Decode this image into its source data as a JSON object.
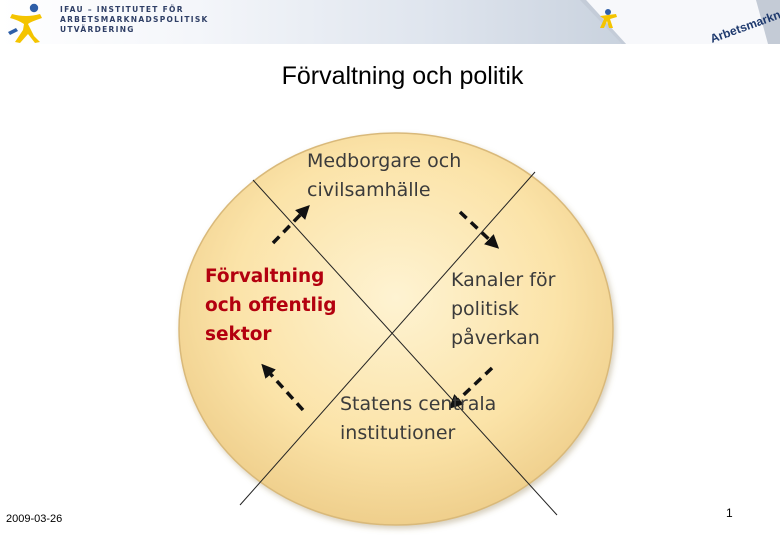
{
  "header": {
    "org_name_lines": "IFAU – INSTITUTET FÖR\nARBETSMARKNADSPOLITISK\nUTVÄRDERING",
    "book_text": "Arbetsmarkna"
  },
  "slide": {
    "title": "Förvaltning och politik"
  },
  "diagram": {
    "top_label": "Medborgare och\ncivilsamhälle",
    "left_label": "Förvaltning\noch offentlig\nsektor",
    "right_label": "Kanaler för\npolitisk\npåverkan",
    "bottom_label": "Statens centrala\ninstitutioner"
  },
  "footer": {
    "date": "2009-03-26",
    "page_number": "1"
  },
  "colors": {
    "circle_fill": "#fbe3a8",
    "circle_edge": "#d9b97a",
    "highlight_label": "#b3000f",
    "logo_yellow": "#f4c400",
    "logo_blue": "#2f5fa8"
  }
}
